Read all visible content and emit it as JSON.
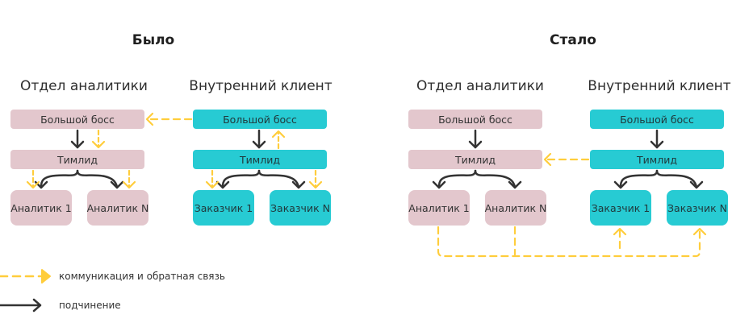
{
  "colors": {
    "analytics_box": "#e3c7cd",
    "client_box": "#27cbd3",
    "communication_arrow": "#ffcd3c",
    "subordination_arrow": "#333333"
  },
  "before": {
    "title": "Было",
    "analytics": {
      "label": "Отдел аналитики",
      "boss": "Большой босс",
      "teamlead": "Тимлид",
      "members": [
        "Аналитик 1",
        "Аналитик N"
      ]
    },
    "client": {
      "label": "Внутренний клиент",
      "boss": "Большой босс",
      "teamlead": "Тимлид",
      "members": [
        "Заказчик 1",
        "Заказчик N"
      ]
    }
  },
  "after": {
    "title": "Стало",
    "analytics": {
      "label": "Отдел аналитики",
      "boss": "Большой босс",
      "teamlead": "Тимлид",
      "members": [
        "Аналитик 1",
        "Аналитик N"
      ]
    },
    "client": {
      "label": "Внутренний клиент",
      "boss": "Большой босс",
      "teamlead": "Тимлид",
      "members": [
        "Заказчик 1",
        "Заказчик N"
      ]
    }
  },
  "legend": {
    "communication": "коммуникация и обратная связь",
    "subordination": "подчинение"
  }
}
